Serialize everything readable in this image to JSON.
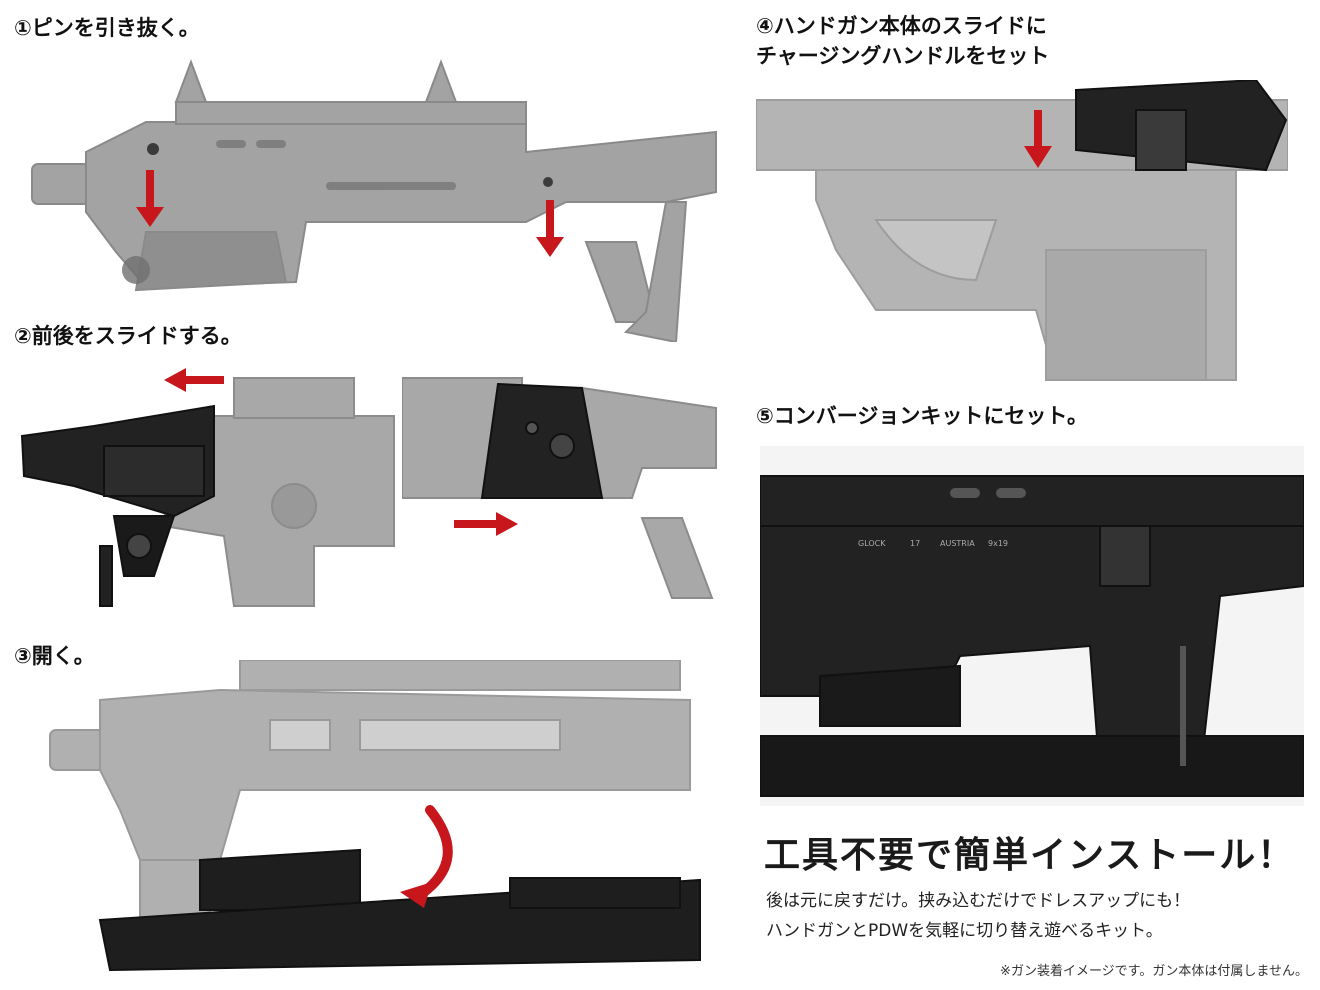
{
  "steps": [
    {
      "title": "①ピンを引き抜く。"
    },
    {
      "title": "②前後をスライドする。"
    },
    {
      "title": "③開く。"
    },
    {
      "title_line1": "④ハンドガン本体のスライドに",
      "title_line2": "チャージングハンドルをセット"
    },
    {
      "title": "⑤コンバージョンキットにセット。"
    }
  ],
  "headline": "工具不要で簡単インストール！",
  "description": {
    "line1": "後は元に戻すだけ。挟み込むだけでドレスアップにも！",
    "line2": "ハンドガンとPDWを気軽に切り替え遊べるキット。"
  },
  "note": "※ガン装着イメージです。ガン本体は付属しません。",
  "photo_labels": {
    "brand": "GLOCK",
    "model": "17",
    "origin": "AUSTRIA",
    "caliber": "9x19"
  },
  "colors": {
    "arrow": "#c8161d",
    "kit_gray": "#9a9a9a",
    "kit_black": "#1e1e1e",
    "text": "#111111"
  },
  "icons": [
    "red-arrow-down-icon",
    "red-arrow-left-icon",
    "red-arrow-right-icon",
    "red-curved-arrow-icon"
  ]
}
